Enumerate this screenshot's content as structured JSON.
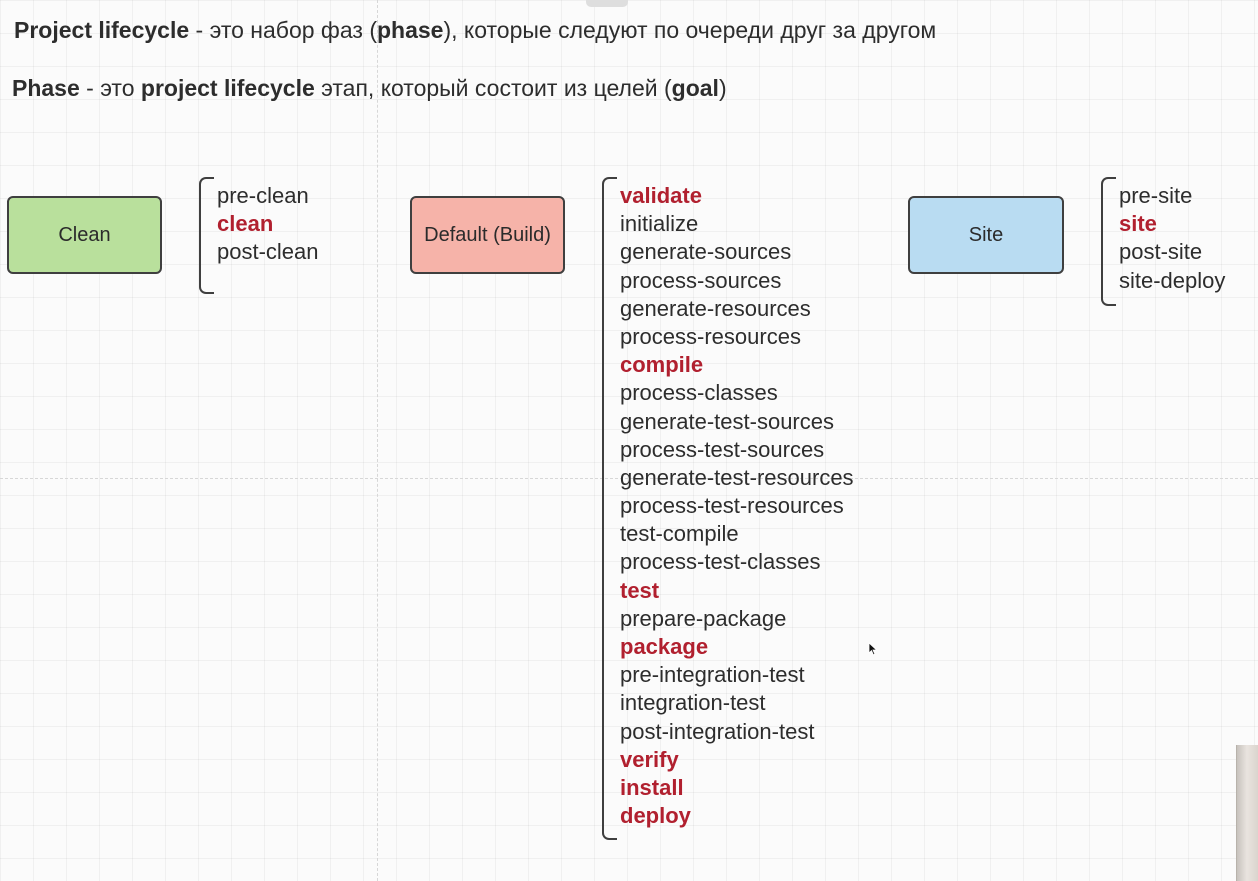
{
  "headings": {
    "lifecycle": {
      "term": "Project lifecycle",
      "text1": " - это набор фаз (",
      "term2": "phase",
      "text2": "), которые следуют по очереди друг за другом"
    },
    "phase": {
      "term": "Phase",
      "text1": " - это ",
      "term2": "project lifecycle",
      "text2": " этап, который состоит из целей (",
      "term3": "goal",
      "text3": ")"
    }
  },
  "lifecycles": {
    "clean": {
      "label": "Clean",
      "fill": "#b9e09c"
    },
    "default": {
      "label": "Default (Build)",
      "fill": "#f6b3a9"
    },
    "site": {
      "label": "Site",
      "fill": "#b9dcf2"
    }
  },
  "phases": {
    "clean": [
      {
        "name": "pre-clean",
        "key": false
      },
      {
        "name": "clean",
        "key": true
      },
      {
        "name": "post-clean",
        "key": false
      }
    ],
    "default": [
      {
        "name": "validate",
        "key": true
      },
      {
        "name": "initialize",
        "key": false
      },
      {
        "name": "generate-sources",
        "key": false
      },
      {
        "name": "process-sources",
        "key": false
      },
      {
        "name": "generate-resources",
        "key": false
      },
      {
        "name": "process-resources",
        "key": false
      },
      {
        "name": "compile",
        "key": true
      },
      {
        "name": "process-classes",
        "key": false
      },
      {
        "name": "generate-test-sources",
        "key": false
      },
      {
        "name": "process-test-sources",
        "key": false
      },
      {
        "name": "generate-test-resources",
        "key": false
      },
      {
        "name": "process-test-resources",
        "key": false
      },
      {
        "name": "test-compile",
        "key": false
      },
      {
        "name": "process-test-classes",
        "key": false
      },
      {
        "name": "test",
        "key": true
      },
      {
        "name": "prepare-package",
        "key": false
      },
      {
        "name": "package",
        "key": true
      },
      {
        "name": "pre-integration-test",
        "key": false
      },
      {
        "name": "integration-test",
        "key": false
      },
      {
        "name": "post-integration-test",
        "key": false
      },
      {
        "name": "verify",
        "key": true
      },
      {
        "name": "install",
        "key": true
      },
      {
        "name": "deploy",
        "key": true
      }
    ],
    "site": [
      {
        "name": "pre-site",
        "key": false
      },
      {
        "name": "site",
        "key": true
      },
      {
        "name": "post-site",
        "key": false
      },
      {
        "name": "site-deploy",
        "key": false
      }
    ]
  },
  "colors": {
    "key_phase": "#b1202f",
    "normal_phase": "#2d2d2d",
    "border": "#3f3f3f"
  }
}
